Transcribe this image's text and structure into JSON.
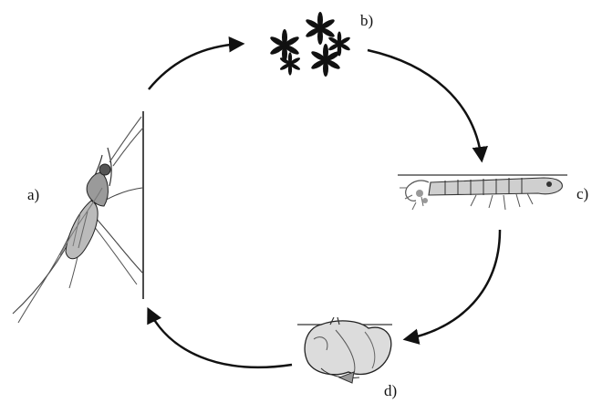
{
  "diagram": {
    "labels": {
      "adult": "a)",
      "eggs": "b)",
      "larva": "c)",
      "pupa": "d)"
    },
    "colors": {
      "ink": "#111111",
      "sketch": "#555555",
      "shade": "#9a9a9a"
    },
    "icons": {
      "adult": "adult-mosquito-icon",
      "eggs": "egg-cluster-icon",
      "larva": "larva-icon",
      "pupa": "pupa-icon"
    }
  }
}
